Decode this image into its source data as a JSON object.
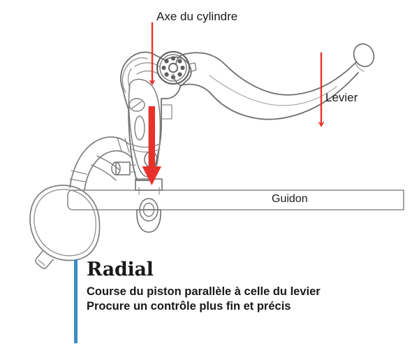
{
  "figure": {
    "kind": "technical-line-drawing",
    "subject": "Maitre-cylindre de frein radial sur guidon de moto",
    "background_color": "#ffffff",
    "line_color": "#6b6b6b",
    "arrow_color": "#e8312a",
    "accent_color": "#3a8dc4"
  },
  "annotations": {
    "axis_label": "Axe du cylindre",
    "lever_label": "Levier",
    "handlebar_label": "Guidon"
  },
  "arrows": [
    {
      "name": "cylinder-axis-thin-arrow",
      "label": "Axe du cylindre",
      "orientation": "down",
      "color": "#e8312a"
    },
    {
      "name": "piston-travel-thick-arrow",
      "label": "Course du piston",
      "orientation": "down",
      "color": "#e8312a"
    },
    {
      "name": "lever-travel-arrow",
      "label": "Levier",
      "orientation": "down",
      "color": "#e8312a"
    }
  ],
  "caption": {
    "title": "Radial",
    "lines": [
      "Course du piston parallèle à celle du levier",
      "Procure un contrôle plus fin et précis"
    ]
  }
}
